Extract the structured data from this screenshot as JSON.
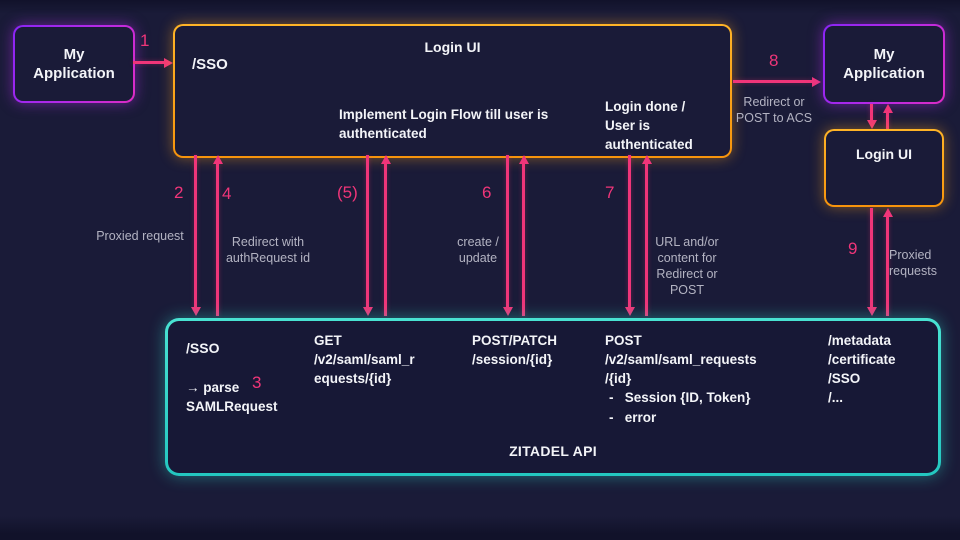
{
  "colors": {
    "background": "#1a1b38",
    "pink": "#f03579",
    "orange": "#ffa31a",
    "purple": "#a92be0",
    "cyan": "#2ed9c8",
    "text_primary": "#f3f4f8",
    "text_secondary": "#b3b3c2"
  },
  "nodes": {
    "my_app_left": {
      "label": "My Application"
    },
    "login_ui": {
      "title": "Login UI",
      "sso": "/SSO",
      "implement": "Implement Login Flow till user is authenticated",
      "login_done": "Login done / User is authenticated"
    },
    "my_app_right": {
      "label": "My Application"
    },
    "login_ui_right": {
      "label": "Login UI"
    },
    "zitadel": {
      "title": "ZITADEL API",
      "col_sso": {
        "endpoint": "/SSO",
        "parse_lines": [
          "→ parse",
          "SAMLRequest"
        ]
      },
      "col_get": {
        "lines": [
          "GET",
          "/v2/saml/saml_r",
          "equests/{id}"
        ]
      },
      "col_session": {
        "lines": [
          "POST/PATCH",
          "/session/{id}"
        ]
      },
      "col_requests": {
        "lines": [
          "POST",
          "/v2/saml/saml_requests",
          "/{id}"
        ],
        "bullets": [
          "-   Session {ID, Token}",
          "-   error"
        ]
      },
      "col_endpoints": {
        "lines": [
          "/metadata",
          "/certificate",
          "/SSO",
          "/..."
        ]
      }
    }
  },
  "steps": {
    "s1": "1",
    "s2": "2",
    "s3": "3",
    "s4": "4",
    "s5": "(5)",
    "s6": "6",
    "s7": "7",
    "s8": "8",
    "s9": "9"
  },
  "captions": {
    "proxied_request": "Proxied request",
    "redirect_with_authrequest": "Redirect with authRequest id",
    "create_update": "create / update",
    "url_content": "URL and/or content for Redirect or POST",
    "redirect_post_acs": "Redirect or POST to ACS",
    "proxied_requests": "Proxied requests"
  }
}
